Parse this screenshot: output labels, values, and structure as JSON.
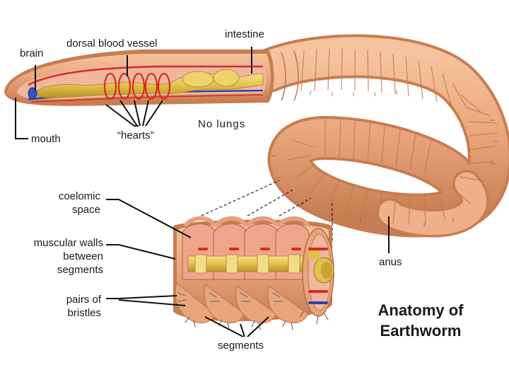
{
  "labels": {
    "brain": "brain",
    "dorsal_blood_vessel": "dorsal blood vessel",
    "intestine": "intestine",
    "mouth": "mouth",
    "hearts": "“hearts”",
    "no_lungs": "No lungs",
    "coelomic_space_1": "coelomic",
    "coelomic_space_2": "space",
    "muscular_walls_1": "muscular walls",
    "muscular_walls_2": "between",
    "muscular_walls_3": "segments",
    "bristles_1": "pairs of",
    "bristles_2": "bristles",
    "anus": "anus",
    "segments": "segments"
  },
  "title": {
    "line1": "Anatomy of",
    "line2": "Earthworm"
  },
  "colors": {
    "worm_body": "#e8a57a",
    "worm_shadow": "#c77d52",
    "worm_light": "#f7caa4",
    "intestine": "#e2c14a",
    "blood_vessel_red": "#d92b1e",
    "blood_vessel_blue": "#2c45a8",
    "inner_cavity": "#f0b6a0"
  }
}
